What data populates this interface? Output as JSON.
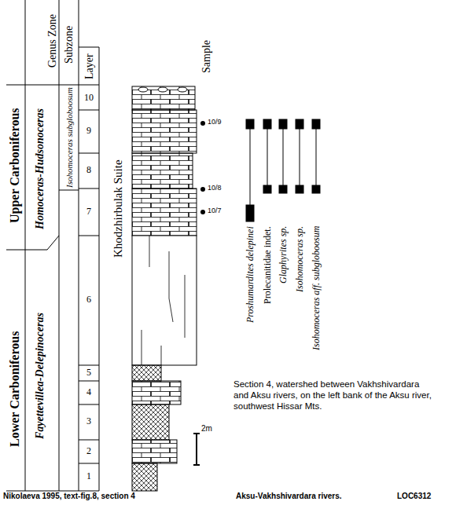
{
  "diagram": {
    "labels": [
      "Genus Zone",
      "Subzone",
      "Layer",
      "Sample",
      "Upper Carboniferous",
      "Lower Carboniferous",
      "Homoceras-Hudsonoceras",
      "Fayettevillea-Delepinoceras",
      "Isohomoceras subgloboosum",
      "Khodzhirbulak Suite",
      "10",
      "9",
      "8",
      "7",
      "6",
      "5",
      "4",
      "3",
      "2",
      "1",
      "10/9",
      "10/8",
      "10/7",
      "Proshumardites delepinei",
      "Prolecanitidae indet.",
      "Glaphyrites sp.",
      "Isohomoceras sp.",
      "Isohomoceras aff. subgloboosum",
      "2m",
      "Section 4, watershed between Vakhshivardara and Aksu rivers, on the left bank of the Aksu river, southwest Hissar Mts.",
      "Nikolaeva 1995, text-fig.8, section 4",
      "Aksu-Vakhshivardara rivers.",
      "LOC6312"
    ]
  }
}
